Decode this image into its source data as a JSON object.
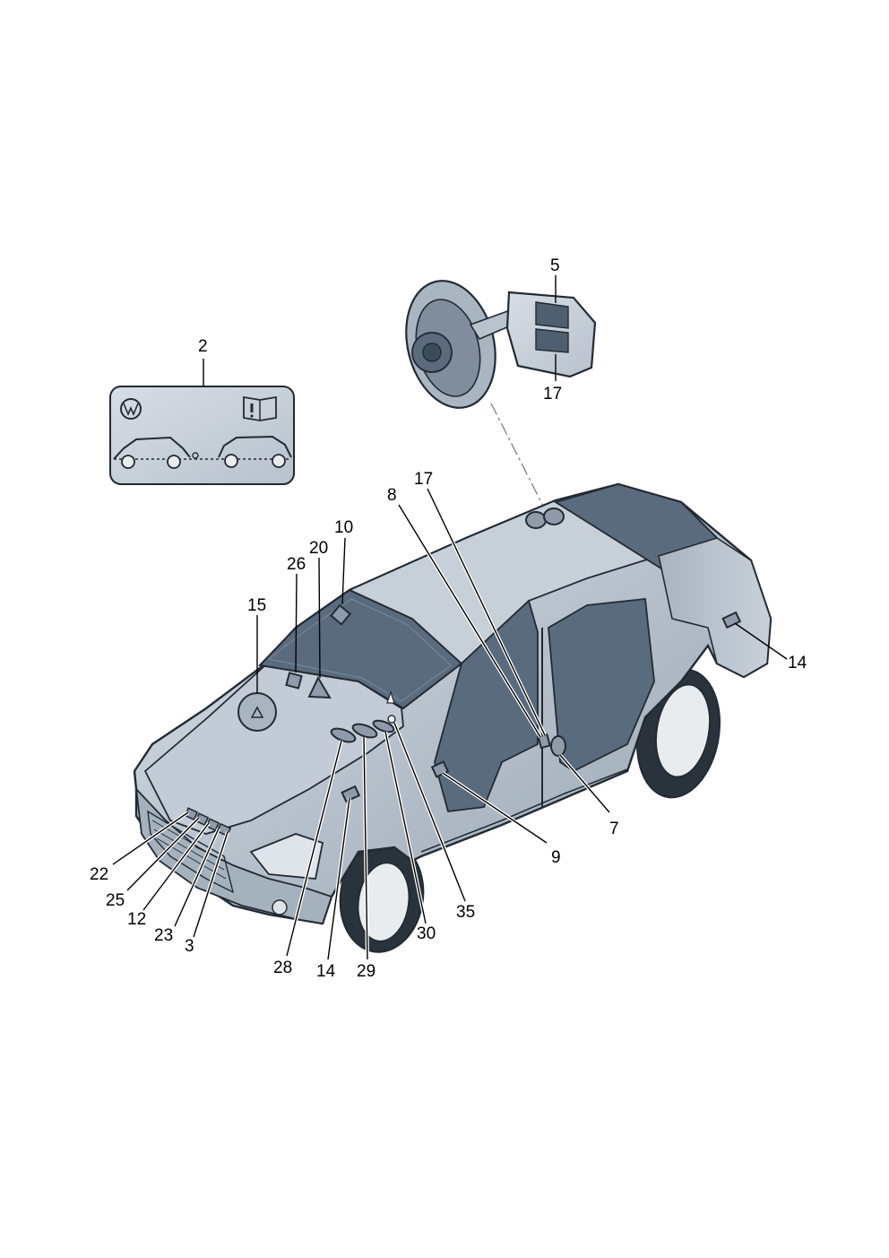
{
  "callouts": {
    "c2": "2",
    "c5": "5",
    "c17a": "17",
    "c17b": "17",
    "c8": "8",
    "c10": "10",
    "c20": "20",
    "c26": "26",
    "c15": "15",
    "c14a": "14",
    "c7": "7",
    "c9": "9",
    "c22": "22",
    "c25": "25",
    "c12": "12",
    "c23": "23",
    "c3": "3",
    "c28": "28",
    "c14b": "14",
    "c29": "29",
    "c30": "30",
    "c35": "35"
  },
  "colors": {
    "body_light": "#c8d0da",
    "body_mid": "#a3afbd",
    "glass_dark": "#5a6b7e",
    "outline": "#222a33"
  }
}
